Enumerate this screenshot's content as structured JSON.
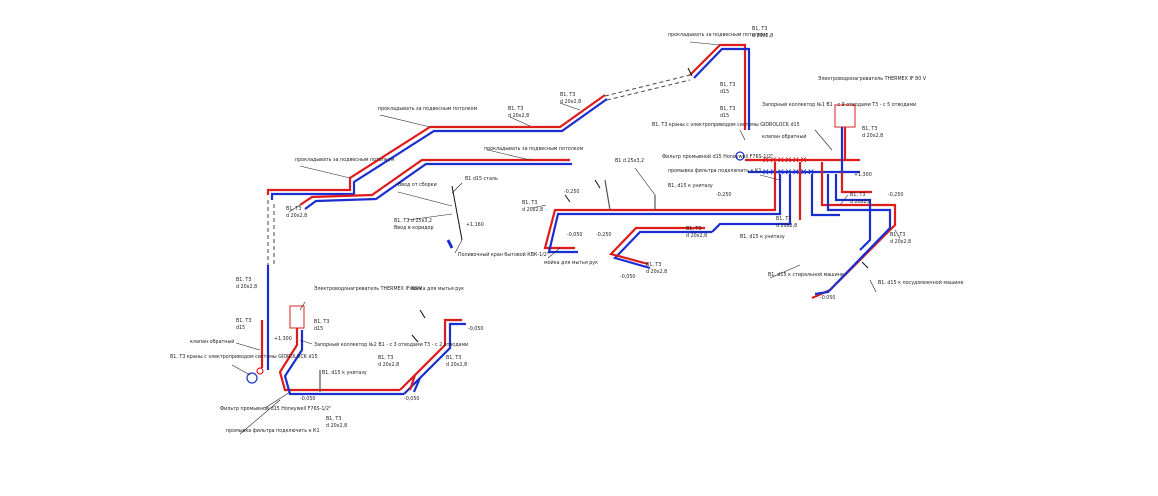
{
  "labels": {
    "zap_top": "прокладывать за подвесным потолком",
    "zap_mid": "прокладывать за подвесным потолком",
    "zap_left": "прокладывать за подвесным потолком",
    "zap_center": "прокладывать за подвесным потолком",
    "b1t3_top": "В1, Т3",
    "d20_top": "d 20x2,8",
    "b1t3_a": "В1, Т3",
    "d20_a": "d 20x2,8",
    "b1t3_b": "В1, Т3",
    "d20_b": "d 20x2,8",
    "b1t3_c": "В1, Т3",
    "d20_c": "d 20x2,8",
    "b1t3_d": "В1, Т3",
    "d20_d": "d 20x2,8",
    "b1_steel": "В1 d15 сталь",
    "vvod_ot_sborki": "Ввод от сборки",
    "b1t3_25": "В1, Т3  d 25x3,2",
    "vvod_v_koridor": "Ввод в коридор",
    "plus160": "+1,160",
    "poliv": "Поливочный кран бытовой КВК-1/2\"",
    "b1_25": "В1 d 25x3,2",
    "minus250_a": "-0,250",
    "minus050": "-0,050",
    "b1t3_e": "В1, Т3",
    "d20_e": "d 20x2,8",
    "moika_r": "мойка для мытья рук",
    "minus250_b": "-0,250",
    "b1t3_f": "В1, Т3",
    "d20_f": "d 20x2,8",
    "b1_15_unit": "В1, d15 к унитазу",
    "promyvka_r": "промывка фильтра подключить к К1",
    "filtr_r": "Фильтр промывной d15 Honeywell F76S-1/2\"",
    "b1t3_g": "В1, Т3",
    "d20_g": "d 20x2,8",
    "minus250_c": "-0,250",
    "b1t3_h": "В1, Т3",
    "d20_h": "d 20x2,8",
    "b1_15_unit2": "В1, d15 к унитазу",
    "b1t3_i": "В1, Т3",
    "d20_i": "d 20x2,8",
    "b1t3_j": "В1, Т3",
    "d20_j": "d 20x2,8",
    "b1_15_stir": "В1, d15 к стиральной машине",
    "b1_15_posud": "В1, d15 к посудомоечной машине",
    "minus250_d": "-0,250",
    "minus050_b": "-0,050",
    "plus300": "+1,300",
    "heater_top": "Электроводонагреватель THERMEX IF 80 V",
    "kollektor1": "Запорный коллектор №1 В1 - с 9 отводами Т3 - с 5 отводами",
    "krany_top": "В1, Т3 краны с электроприводом системы GIDROLOCK d15",
    "klapan_top": "клапан обратный",
    "b1t3_k": "В1, Т3",
    "d15_k": "d15",
    "b1t3_l": "В1, Т3",
    "d15_l": "d15",
    "b1t3_m": "В1, Т3",
    "d20_m": "d 20x2,8",
    "b1t3_left": "В1, Т3",
    "d20_left": "d 20x2,8",
    "heater_bottom": "Электроводонагреватель THERMEX IF 80 V",
    "b1t3_n": "В1, Т3",
    "d15_n": "d15",
    "plus300_b": "+1,300",
    "kollektor2": "Запорный коллектор №2 В1 - с 3 отводами Т3 - с 2 отводами",
    "klapan_bottom": "клапан обратный",
    "krany_bottom": "В1, Т3 краны с электроприводом системы GIDROLOCK d15",
    "b1t3_o": "В1, Т3",
    "d15_o": "d15",
    "filtr_bottom": "Фильтр промывной d15 Honeywell F76S-1/2\"",
    "promyvka_bottom": "промывка фильтра подключить к К1",
    "b1t3_p": "В1, Т3",
    "d20_p": "d 20x2,8",
    "minus050_c": "-0,050",
    "b1_15_unit3": "В1, d15 к унитазу",
    "b1t3_q": "В1, Т3",
    "d20_q": "d 20x2,8",
    "moika_r2": "мойка для мытья рук",
    "minus050_d": "-0,050",
    "b1t3_r": "В1, Т3",
    "d20_r": "d 20x2,8",
    "minus050_e": "-0,050",
    "minus050_f": "-0,050"
  },
  "colors": {
    "hot": "#e01b1b",
    "cold": "#1b2fd0",
    "ink": "#222222"
  }
}
